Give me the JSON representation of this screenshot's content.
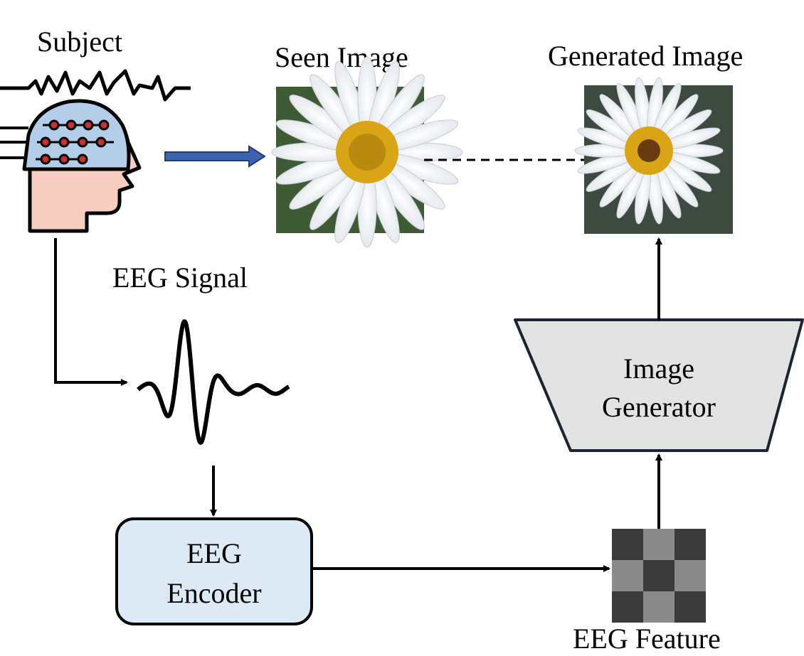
{
  "labels": {
    "subject": "Subject",
    "seen_image": "Seen Image",
    "generated_image": "Generated Image",
    "eeg_signal": "EEG Signal",
    "eeg_encoder_line1": "EEG",
    "eeg_encoder_line2": "Encoder",
    "image_generator_line1": "Image",
    "image_generator_line2": "Generator",
    "eeg_feature": "EEG Feature"
  },
  "colors": {
    "encoder_fill": "#dde9f5",
    "generator_fill": "#e3e3e3",
    "helmet_fill": "#b4cde9",
    "face_fill": "#f7cfc2",
    "electrode": "#c83232",
    "blue_arrow": "#3e64b0",
    "daisy_center": "#d9a516",
    "feature_dark": "#3a3a3a",
    "feature_light": "#8a8a8a"
  },
  "eeg_feature_grid": [
    [
      "dark",
      "light",
      "dark"
    ],
    [
      "light",
      "dark",
      "light"
    ],
    [
      "dark",
      "light",
      "dark"
    ]
  ]
}
